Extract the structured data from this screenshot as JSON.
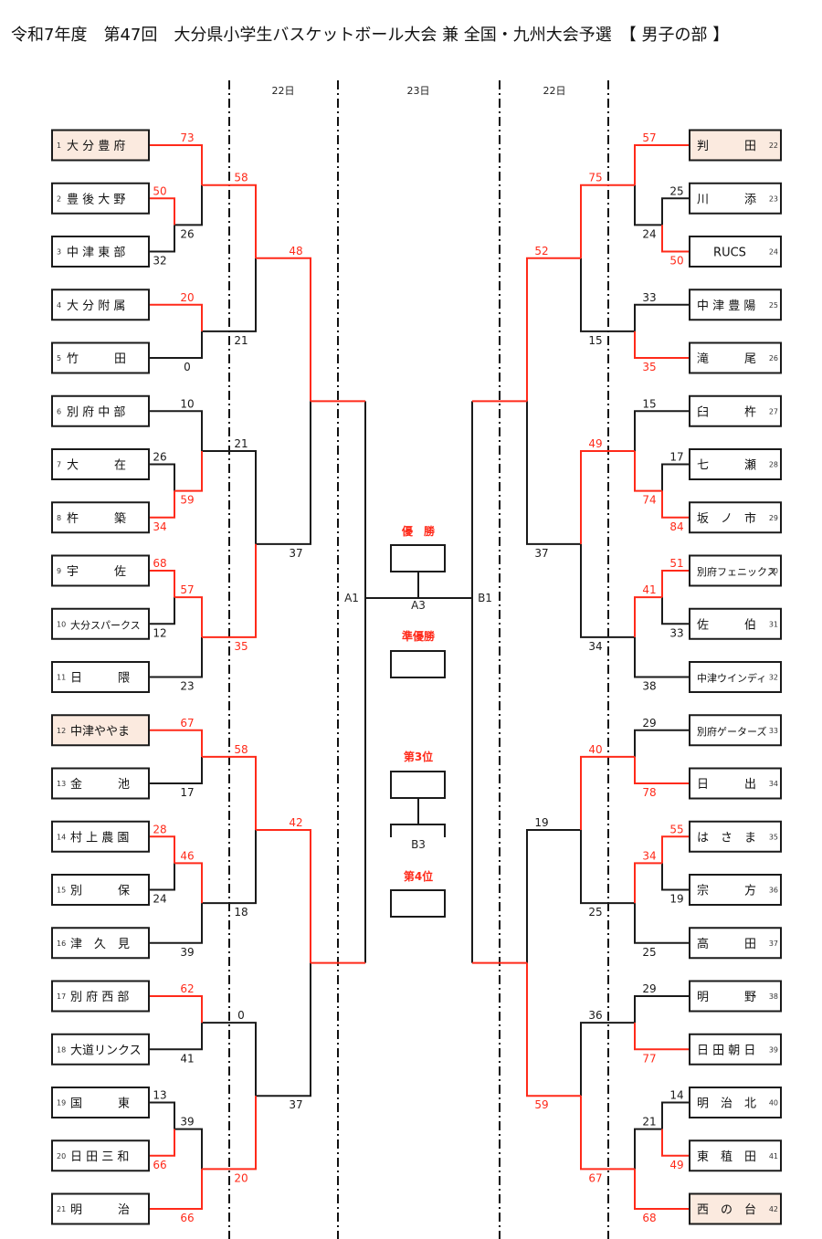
{
  "title": "令和7年度　第47回　大分県小学生バスケットボール大会 兼 全国・九州大会予選　【 男子の部 】",
  "colors": {
    "win": "#ff2a1a",
    "lose": "#1a1a1a",
    "seed_fill": "#fbeadf"
  },
  "day_labels": [
    "22日",
    "23日",
    "22日"
  ],
  "center": {
    "champion_label": "優　勝",
    "runner_up_label": "準優勝",
    "third_label": "第3位",
    "fourth_label": "第4位",
    "final_code": "A3",
    "third_code": "B3",
    "semi_left_code": "A1",
    "semi_right_code": "B1"
  },
  "teams": [
    {
      "no": 1,
      "name": "大 分 豊 府",
      "seed": true
    },
    {
      "no": 2,
      "name": "豊 後 大 野"
    },
    {
      "no": 3,
      "name": "中 津 東 部"
    },
    {
      "no": 4,
      "name": "大 分 附 属"
    },
    {
      "no": 5,
      "name": "竹　　　田"
    },
    {
      "no": 6,
      "name": "別 府 中 部"
    },
    {
      "no": 7,
      "name": "大　　　在"
    },
    {
      "no": 8,
      "name": "杵　　　築"
    },
    {
      "no": 9,
      "name": "宇　　　佐"
    },
    {
      "no": 10,
      "name": "大分スパークス",
      "small": true
    },
    {
      "no": 11,
      "name": "日　　　隈"
    },
    {
      "no": 12,
      "name": "中津ややま",
      "seed": true
    },
    {
      "no": 13,
      "name": "金　　　池"
    },
    {
      "no": 14,
      "name": "村 上 農 園"
    },
    {
      "no": 15,
      "name": "別　　　保"
    },
    {
      "no": 16,
      "name": "津　久　見"
    },
    {
      "no": 17,
      "name": "別 府 西 部"
    },
    {
      "no": 18,
      "name": "大道リンクス"
    },
    {
      "no": 19,
      "name": "国　　　東"
    },
    {
      "no": 20,
      "name": "日 田 三 和"
    },
    {
      "no": 21,
      "name": "明　　　治"
    },
    {
      "no": 22,
      "name": "判　　　田",
      "seed": true
    },
    {
      "no": 23,
      "name": "川　　　添"
    },
    {
      "no": 24,
      "name": "RUCS"
    },
    {
      "no": 25,
      "name": "中 津 豊 陽"
    },
    {
      "no": 26,
      "name": "滝　　　尾"
    },
    {
      "no": 27,
      "name": "臼　　　杵"
    },
    {
      "no": 28,
      "name": "七　　　瀬"
    },
    {
      "no": 29,
      "name": "坂　ノ　市"
    },
    {
      "no": 30,
      "name": "別府フェニックス",
      "small": true
    },
    {
      "no": 31,
      "name": "佐　　　伯"
    },
    {
      "no": 32,
      "name": "中津ウインディ",
      "small": true
    },
    {
      "no": 33,
      "name": "別府ゲーターズ",
      "small": true
    },
    {
      "no": 34,
      "name": "日　　　出"
    },
    {
      "no": 35,
      "name": "は　さ　ま"
    },
    {
      "no": 36,
      "name": "宗　　　方"
    },
    {
      "no": 37,
      "name": "高　　　田"
    },
    {
      "no": 38,
      "name": "明　　　野"
    },
    {
      "no": 39,
      "name": "日 田 朝 日"
    },
    {
      "no": 40,
      "name": "明　治　北"
    },
    {
      "no": 41,
      "name": "東　稙　田"
    },
    {
      "no": 42,
      "name": "西　の　台",
      "seed": true
    }
  ],
  "matches": [
    {
      "id": "L1",
      "side": "L",
      "a": {
        "team": 2
      },
      "b": {
        "team": 3
      },
      "score_a": 50,
      "score_b": 32,
      "winner": "a"
    },
    {
      "id": "L2",
      "side": "L",
      "a": {
        "team": 1
      },
      "b": {
        "match": "L1"
      },
      "score_a": 73,
      "score_b": 26,
      "winner": "a"
    },
    {
      "id": "L3",
      "side": "L",
      "a": {
        "team": 4
      },
      "b": {
        "team": 5
      },
      "score_a": 20,
      "score_b": 0,
      "winner": "a"
    },
    {
      "id": "L4",
      "side": "L",
      "a": {
        "match": "L2"
      },
      "b": {
        "match": "L3"
      },
      "score_a": 58,
      "score_b": 21,
      "winner": "a"
    },
    {
      "id": "L5",
      "side": "L",
      "a": {
        "team": 7
      },
      "b": {
        "team": 8
      },
      "score_a": 26,
      "score_b": 34,
      "winner": "b"
    },
    {
      "id": "L6",
      "side": "L",
      "a": {
        "team": 6
      },
      "b": {
        "match": "L5"
      },
      "score_a": 10,
      "score_b": 59,
      "winner": "b"
    },
    {
      "id": "L7",
      "side": "L",
      "a": {
        "team": 9
      },
      "b": {
        "team": 10
      },
      "score_a": 68,
      "score_b": 12,
      "winner": "a"
    },
    {
      "id": "L8",
      "side": "L",
      "a": {
        "match": "L7"
      },
      "b": {
        "team": 11
      },
      "score_a": 57,
      "score_b": 23,
      "winner": "a"
    },
    {
      "id": "L9",
      "side": "L",
      "a": {
        "match": "L6"
      },
      "b": {
        "match": "L8"
      },
      "score_a": 21,
      "score_b": 35,
      "winner": "b"
    },
    {
      "id": "L10",
      "side": "L",
      "a": {
        "match": "L4"
      },
      "b": {
        "match": "L9"
      },
      "score_a": 48,
      "score_b": 37,
      "winner": "a"
    },
    {
      "id": "L11",
      "side": "L",
      "a": {
        "team": 12
      },
      "b": {
        "team": 13
      },
      "score_a": 67,
      "score_b": 17,
      "winner": "a"
    },
    {
      "id": "L12",
      "side": "L",
      "a": {
        "team": 14
      },
      "b": {
        "team": 15
      },
      "score_a": 28,
      "score_b": 24,
      "winner": "a"
    },
    {
      "id": "L13",
      "side": "L",
      "a": {
        "match": "L12"
      },
      "b": {
        "team": 16
      },
      "score_a": 46,
      "score_b": 39,
      "winner": "a"
    },
    {
      "id": "L14",
      "side": "L",
      "a": {
        "match": "L11"
      },
      "b": {
        "match": "L13"
      },
      "score_a": 58,
      "score_b": 18,
      "winner": "a"
    },
    {
      "id": "L15",
      "side": "L",
      "a": {
        "team": 17
      },
      "b": {
        "team": 18
      },
      "score_a": 62,
      "score_b": 41,
      "winner": "a"
    },
    {
      "id": "L16",
      "side": "L",
      "a": {
        "team": 19
      },
      "b": {
        "team": 20
      },
      "score_a": 13,
      "score_b": 66,
      "winner": "b"
    },
    {
      "id": "L17",
      "side": "L",
      "a": {
        "match": "L16"
      },
      "b": {
        "team": 21
      },
      "score_a": 39,
      "score_b": 66,
      "winner": "b"
    },
    {
      "id": "L18",
      "side": "L",
      "a": {
        "match": "L15"
      },
      "b": {
        "match": "L17"
      },
      "score_a": 0,
      "score_b": 20,
      "winner": "b"
    },
    {
      "id": "L19",
      "side": "L",
      "a": {
        "match": "L14"
      },
      "b": {
        "match": "L18"
      },
      "score_a": 42,
      "score_b": 37,
      "winner": "a"
    },
    {
      "id": "R1",
      "side": "R",
      "a": {
        "team": 23
      },
      "b": {
        "team": 24
      },
      "score_a": 25,
      "score_b": 50,
      "winner": "b"
    },
    {
      "id": "R2",
      "side": "R",
      "a": {
        "team": 22
      },
      "b": {
        "match": "R1"
      },
      "score_a": 57,
      "score_b": 24,
      "winner": "a"
    },
    {
      "id": "R3",
      "side": "R",
      "a": {
        "team": 25
      },
      "b": {
        "team": 26
      },
      "score_a": 33,
      "score_b": 35,
      "winner": "b"
    },
    {
      "id": "R4",
      "side": "R",
      "a": {
        "match": "R2"
      },
      "b": {
        "match": "R3"
      },
      "score_a": 75,
      "score_b": 15,
      "winner": "a"
    },
    {
      "id": "R5",
      "side": "R",
      "a": {
        "team": 28
      },
      "b": {
        "team": 29
      },
      "score_a": 17,
      "score_b": 84,
      "winner": "b"
    },
    {
      "id": "R6",
      "side": "R",
      "a": {
        "team": 27
      },
      "b": {
        "match": "R5"
      },
      "score_a": 15,
      "score_b": 74,
      "winner": "b"
    },
    {
      "id": "R7",
      "side": "R",
      "a": {
        "team": 30
      },
      "b": {
        "team": 31
      },
      "score_a": 51,
      "score_b": 33,
      "winner": "a"
    },
    {
      "id": "R8",
      "side": "R",
      "a": {
        "match": "R7"
      },
      "b": {
        "team": 32
      },
      "score_a": 41,
      "score_b": 38,
      "winner": "a"
    },
    {
      "id": "R9",
      "side": "R",
      "a": {
        "match": "R6"
      },
      "b": {
        "match": "R8"
      },
      "score_a": 49,
      "score_b": 34,
      "winner": "a"
    },
    {
      "id": "R10",
      "side": "R",
      "a": {
        "match": "R4"
      },
      "b": {
        "match": "R9"
      },
      "score_a": 52,
      "score_b": 37,
      "winner": "a"
    },
    {
      "id": "R11",
      "side": "R",
      "a": {
        "team": 33
      },
      "b": {
        "team": 34
      },
      "score_a": 29,
      "score_b": 78,
      "winner": "b"
    },
    {
      "id": "R12",
      "side": "R",
      "a": {
        "team": 35
      },
      "b": {
        "team": 36
      },
      "score_a": 55,
      "score_b": 19,
      "winner": "a"
    },
    {
      "id": "R13",
      "side": "R",
      "a": {
        "match": "R12"
      },
      "b": {
        "team": 37
      },
      "score_a": 34,
      "score_b": 25,
      "winner": "a"
    },
    {
      "id": "R14",
      "side": "R",
      "a": {
        "match": "R11"
      },
      "b": {
        "match": "R13"
      },
      "score_a": 40,
      "score_b": 25,
      "winner": "a"
    },
    {
      "id": "R15",
      "side": "R",
      "a": {
        "team": 38
      },
      "b": {
        "team": 39
      },
      "score_a": 29,
      "score_b": 77,
      "winner": "b"
    },
    {
      "id": "R16",
      "side": "R",
      "a": {
        "team": 40
      },
      "b": {
        "team": 41
      },
      "score_a": 14,
      "score_b": 49,
      "winner": "b"
    },
    {
      "id": "R17",
      "side": "R",
      "a": {
        "match": "R16"
      },
      "b": {
        "team": 42
      },
      "score_a": 21,
      "score_b": 68,
      "winner": "b"
    },
    {
      "id": "R18",
      "side": "R",
      "a": {
        "match": "R15"
      },
      "b": {
        "match": "R17"
      },
      "score_a": 36,
      "score_b": 67,
      "winner": "b"
    },
    {
      "id": "R19",
      "side": "R",
      "a": {
        "match": "R14"
      },
      "b": {
        "match": "R18"
      },
      "score_a": 19,
      "score_b": 59,
      "winner": "b"
    }
  ],
  "semifinals": [
    {
      "code": "A1",
      "side": "L",
      "a": {
        "match": "L10"
      },
      "b": {
        "match": "L19"
      }
    },
    {
      "code": "B1",
      "side": "R",
      "a": {
        "match": "R10"
      },
      "b": {
        "match": "R19"
      }
    }
  ]
}
